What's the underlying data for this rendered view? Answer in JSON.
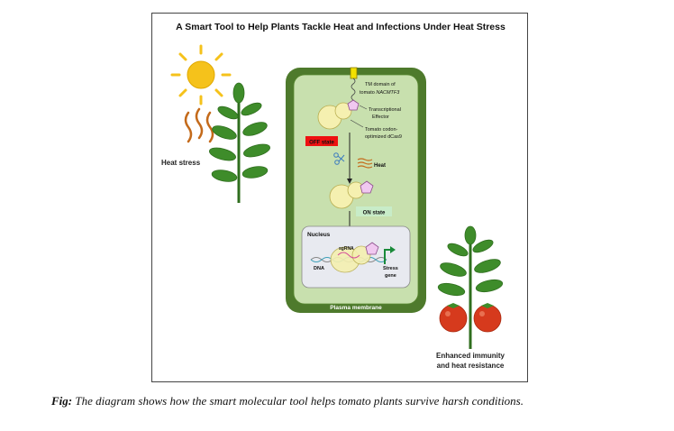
{
  "figure": {
    "title": "A Smart Tool to Help Plants Tackle Heat and Infections Under Heat Stress",
    "left_label": "Heat stress",
    "right_label_line1": "Enhanced immunity",
    "right_label_line2": "and heat resistance",
    "cell": {
      "plasma_membrane": "Plasma membrane",
      "tm_domain_line1": "TM domain of",
      "tm_domain_line2_prefix": "tomato ",
      "tm_domain_line2_italic": "NACMTF3",
      "effector_line1": "Transcriptional",
      "effector_line2": "Effector",
      "dcas9_line1": "Tomato codon-",
      "dcas9_line2": "optimized dCas9",
      "off_state": "OFF state",
      "heat": "Heat",
      "on_state": "ON state",
      "nucleus": "Nucleus",
      "sgrna": "sgRNA",
      "dna": "DNA",
      "stress_gene_line1": "Stress",
      "stress_gene_line2": "gene"
    },
    "colors": {
      "cell_wall": "#4e7a2c",
      "cell_inner": "#c8e0ae",
      "protein": "#f5f0b0",
      "effector": "#f0c8f0",
      "off_state_bg": "#ee1111",
      "on_state_bg": "#c8ecc8",
      "tm_domain": "#f3e100",
      "plant": "#3e8c2a",
      "tomato": "#d63a1d",
      "sun": "#f5c21b",
      "heat_waves": "#c46a1a"
    }
  },
  "caption": {
    "label": "Fig:",
    "text": " The diagram shows how the smart molecular tool helps tomato plants survive harsh conditions."
  }
}
